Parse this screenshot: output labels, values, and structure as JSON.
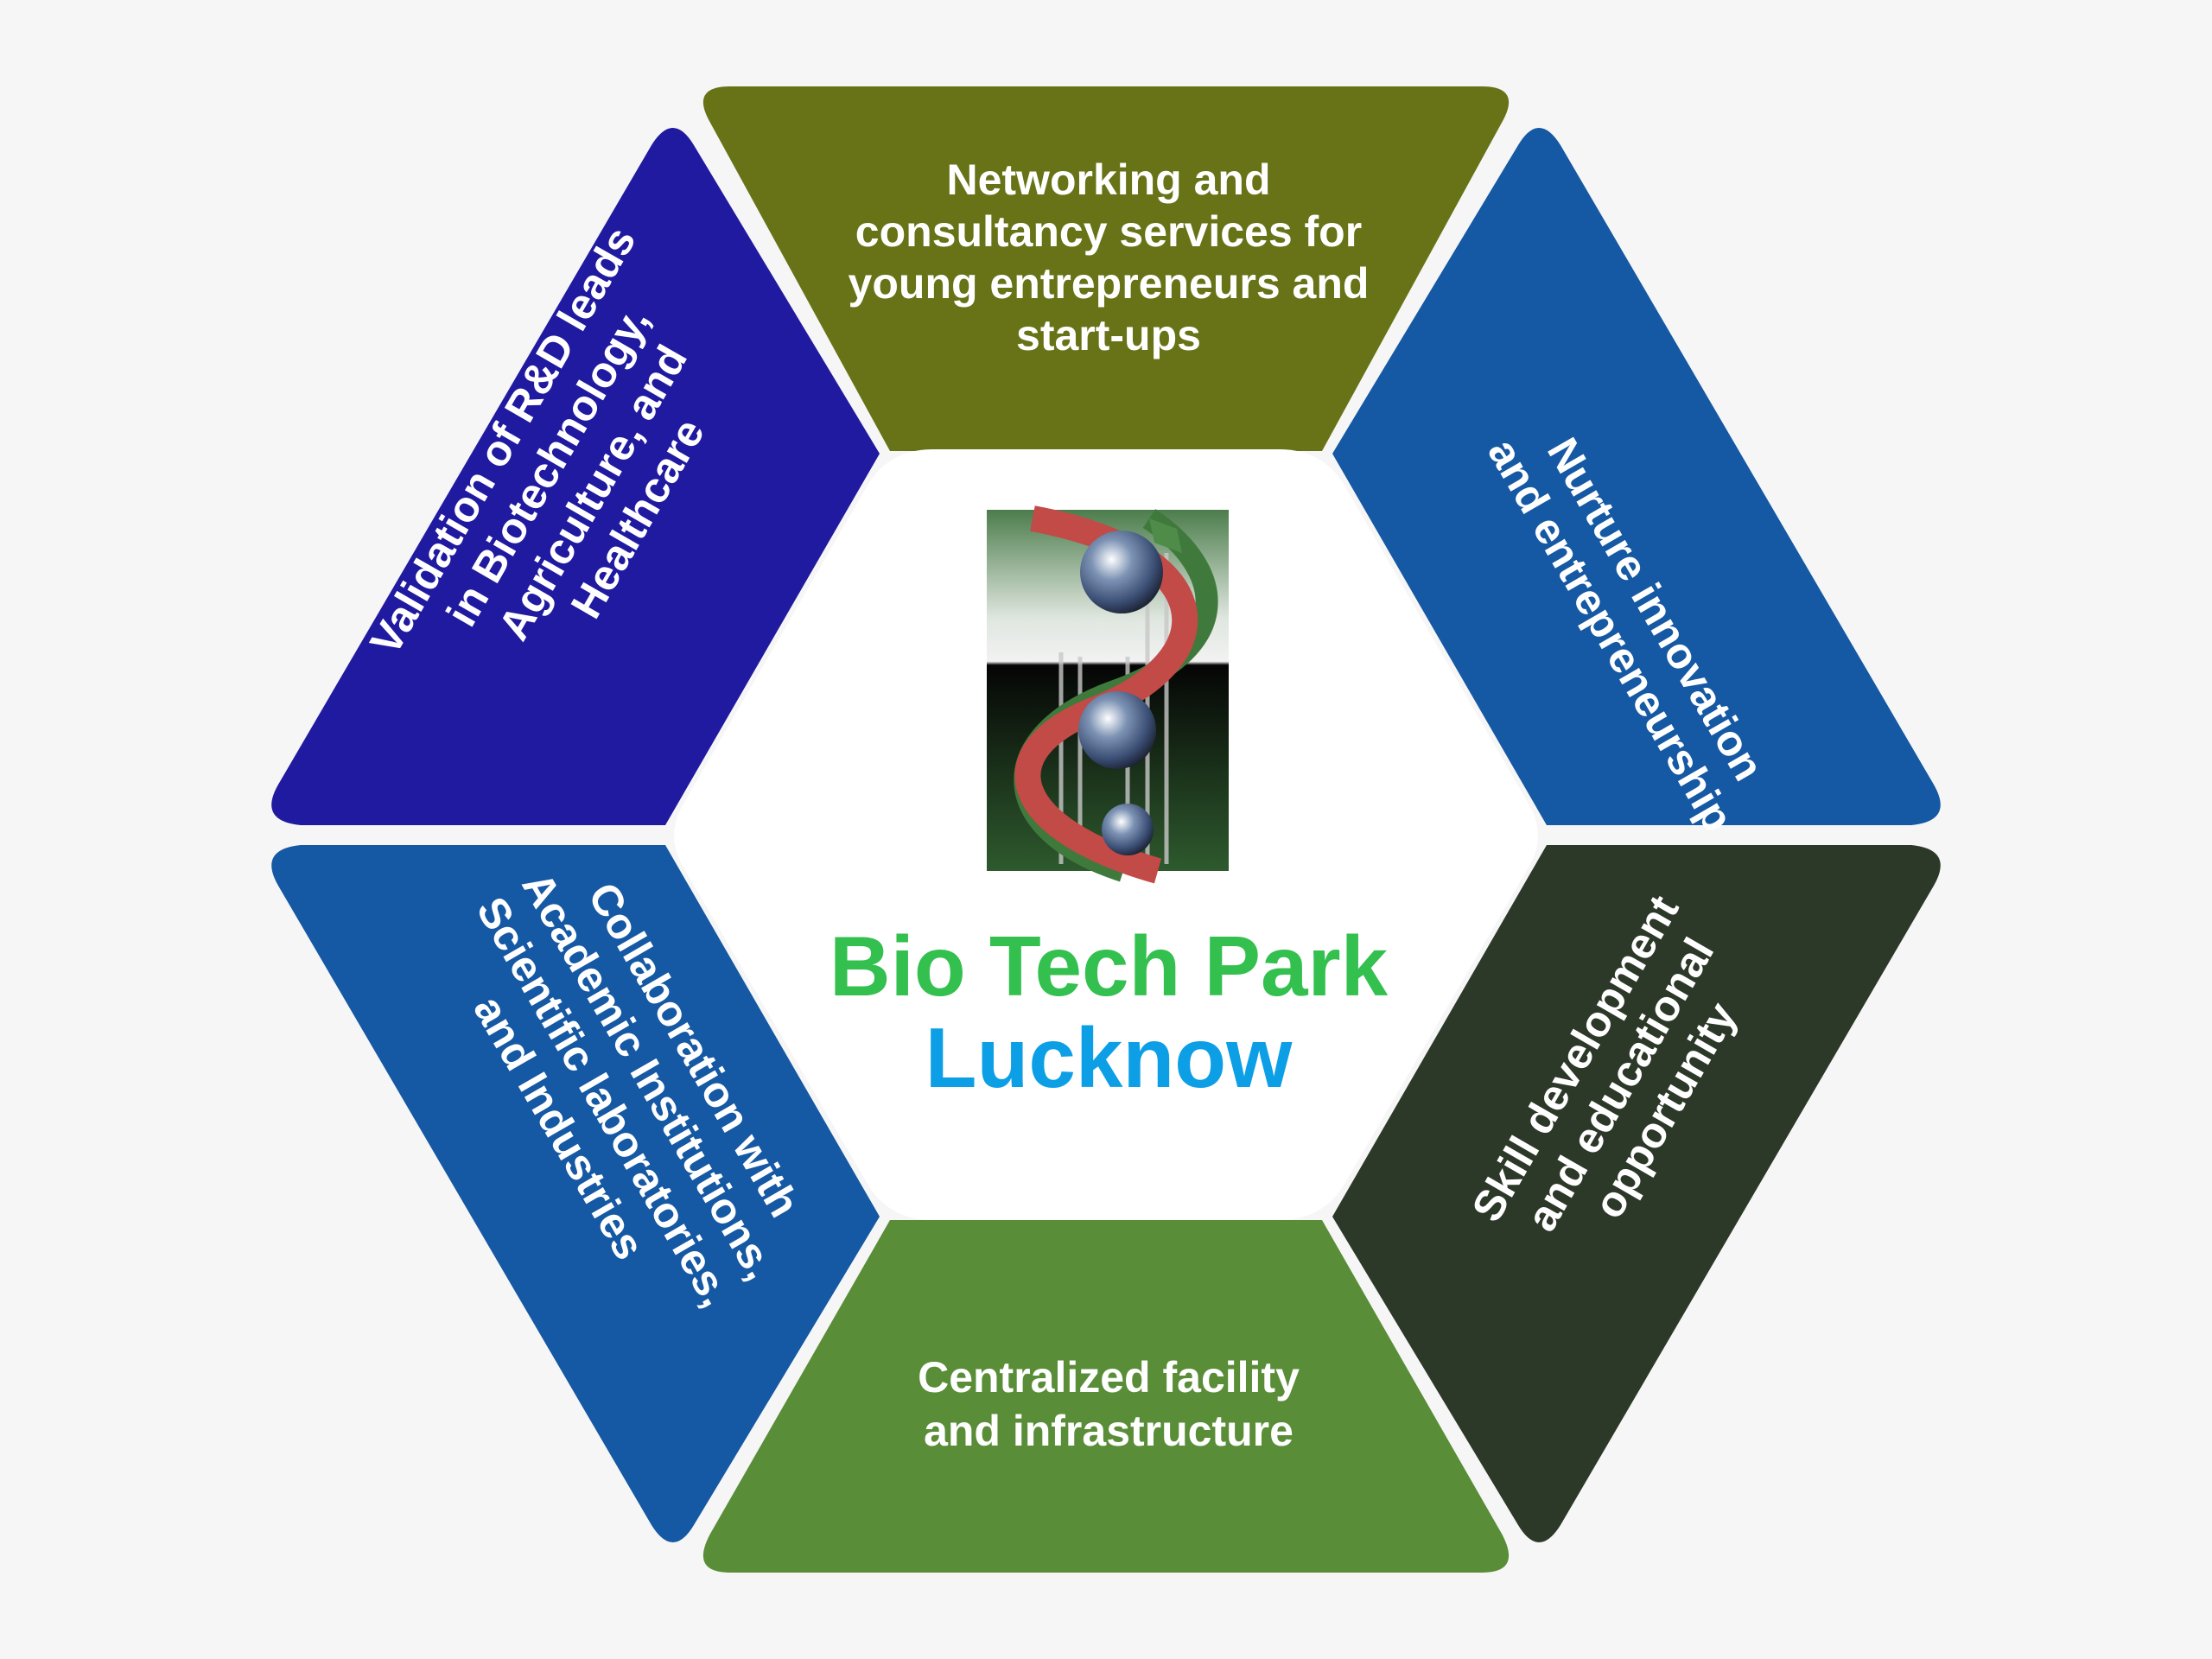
{
  "center": {
    "title_line1": "Bio Tech Park",
    "title_line2": "Lucknow",
    "title_line1_color": "#33c04f",
    "title_line2_color": "#0d9fe6",
    "logo_icon": "dna-helix-globe-icon"
  },
  "segments": [
    {
      "id": "top",
      "color": "#687216",
      "lines": [
        "Networking and",
        "consultancy services for",
        "young entrepreneurs and",
        "start-ups"
      ]
    },
    {
      "id": "upper-right",
      "color": "#1558a3",
      "lines": [
        "Nurture innovation",
        "and entrepreneurship"
      ]
    },
    {
      "id": "lower-right",
      "color": "#2c3828",
      "lines": [
        "Skill development",
        "and educational",
        "opportunity"
      ]
    },
    {
      "id": "bottom",
      "color": "#5a8d38",
      "lines": [
        "Centralized facility",
        "and infrastructure"
      ]
    },
    {
      "id": "lower-left",
      "color": "#1558a3",
      "lines": [
        "Collaboration with",
        "Academic Institutions,",
        "Scientific laboratories,",
        "and Industries"
      ]
    },
    {
      "id": "upper-left",
      "color": "#201aa0",
      "lines": [
        "Validation of R&D leads",
        "in Biotechnology,",
        "Agriculture, and",
        "Healthcare"
      ]
    }
  ]
}
